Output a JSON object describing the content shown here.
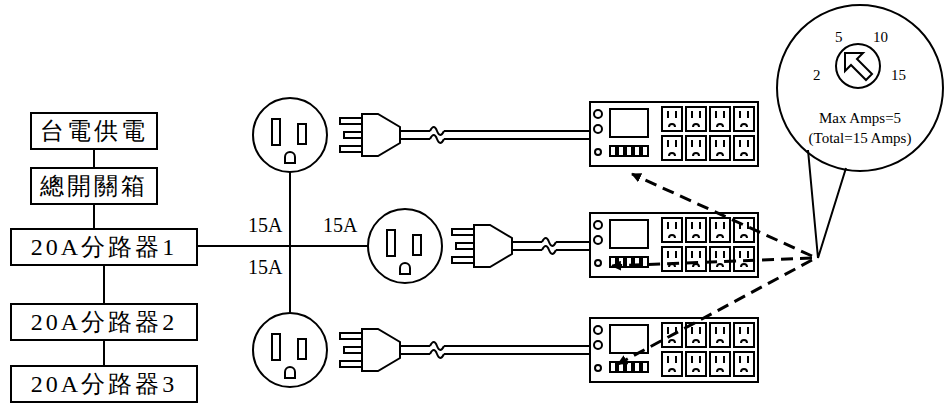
{
  "diagram": {
    "nodes": [
      {
        "text": [
          "台電供電"
        ]
      },
      {
        "text": [
          "總開關箱"
        ]
      },
      {
        "text": [
          "20A分路器1"
        ]
      },
      {
        "text": [
          "20A分路器2"
        ]
      },
      {
        "text": [
          "20A分路器3"
        ]
      },
      {
        "text": [
          "Max Amps=5",
          "(Total=15 Amps)"
        ]
      }
    ],
    "edges": [
      {
        "from": 0,
        "to": 1,
        "arrow": "none"
      },
      {
        "from": 1,
        "to": 2,
        "arrow": "none"
      },
      {
        "from": 2,
        "to": 3,
        "arrow": "none"
      },
      {
        "from": 3,
        "to": 4,
        "arrow": "none"
      }
    ],
    "labels": [
      "15A",
      "15A",
      "15A",
      "2",
      "5",
      "10",
      "15"
    ]
  }
}
